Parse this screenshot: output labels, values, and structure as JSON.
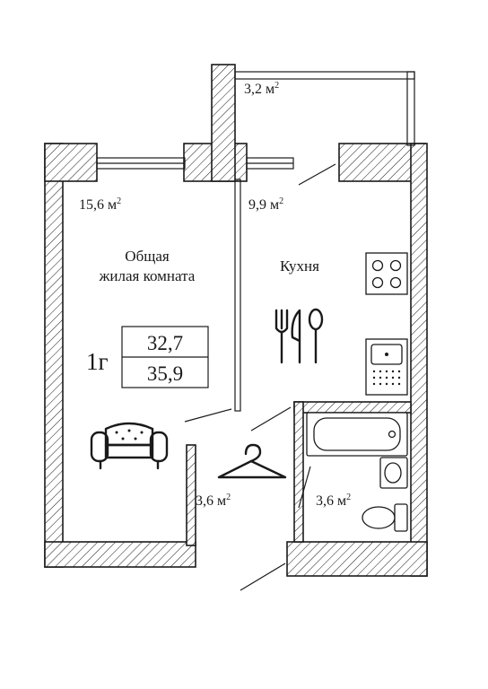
{
  "plan": {
    "type_code": "1г",
    "area_living": "32,7",
    "area_total": "35,9"
  },
  "rooms": {
    "living": {
      "area": "15,6",
      "name_line1": "Общая",
      "name_line2": "жилая комната"
    },
    "kitchen": {
      "area": "9,9",
      "name": "Кухня"
    },
    "balcony": {
      "area": "3,2"
    },
    "hall": {
      "area": "3,6"
    },
    "bathroom": {
      "area": "3,6"
    }
  },
  "unit": "м",
  "unit_power": "2",
  "icons": {
    "sofa": "sofa-icon",
    "cutlery": "cutlery-icon",
    "hanger": "hanger-icon",
    "stove": "stove-icon",
    "sink": "sink-icon",
    "bathtub": "bathtub-icon",
    "washbasin": "washbasin-icon",
    "toilet": "toilet-icon"
  },
  "colors": {
    "line": "#1a1a1a",
    "background": "#ffffff"
  }
}
